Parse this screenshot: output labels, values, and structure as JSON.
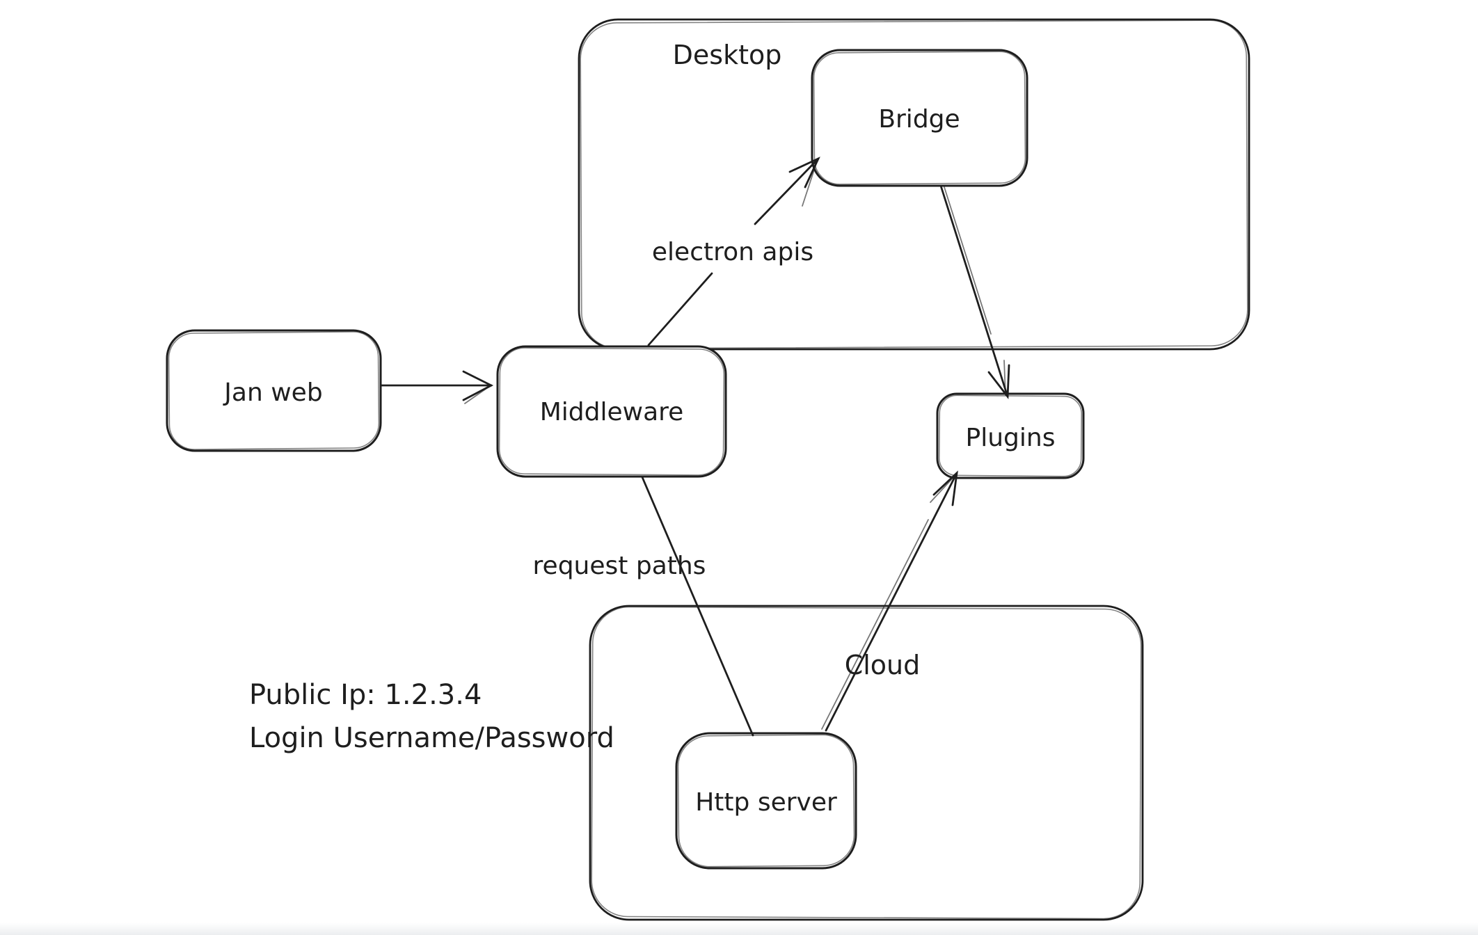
{
  "diagram": {
    "style": {
      "stroke_color": "#1e1e1e",
      "background_color": "#ffffff"
    },
    "containers": [
      {
        "label": "Desktop"
      },
      {
        "label": "Cloud"
      }
    ],
    "nodes": [
      {
        "label": "Jan web"
      },
      {
        "label": "Middleware"
      },
      {
        "label": "Bridge",
        "inside": "Desktop"
      },
      {
        "label": "Plugins"
      },
      {
        "label": "Http server",
        "inside": "Cloud"
      }
    ],
    "edges": [
      {
        "from": "Jan web",
        "to": "Middleware",
        "label": "",
        "arrowhead": true
      },
      {
        "from": "Middleware",
        "to": "Bridge",
        "label": "electron apis",
        "arrowhead": true
      },
      {
        "from": "Bridge",
        "to": "Plugins",
        "label": "",
        "arrowhead": true
      },
      {
        "from": "Middleware",
        "to": "Http server",
        "label": "request paths",
        "arrowhead": false
      },
      {
        "from": "Http server",
        "to": "Plugins",
        "label": "",
        "arrowhead": true
      }
    ],
    "annotation": {
      "line1": "Public Ip: 1.2.3.4",
      "line2": "Login Username/Password"
    }
  }
}
